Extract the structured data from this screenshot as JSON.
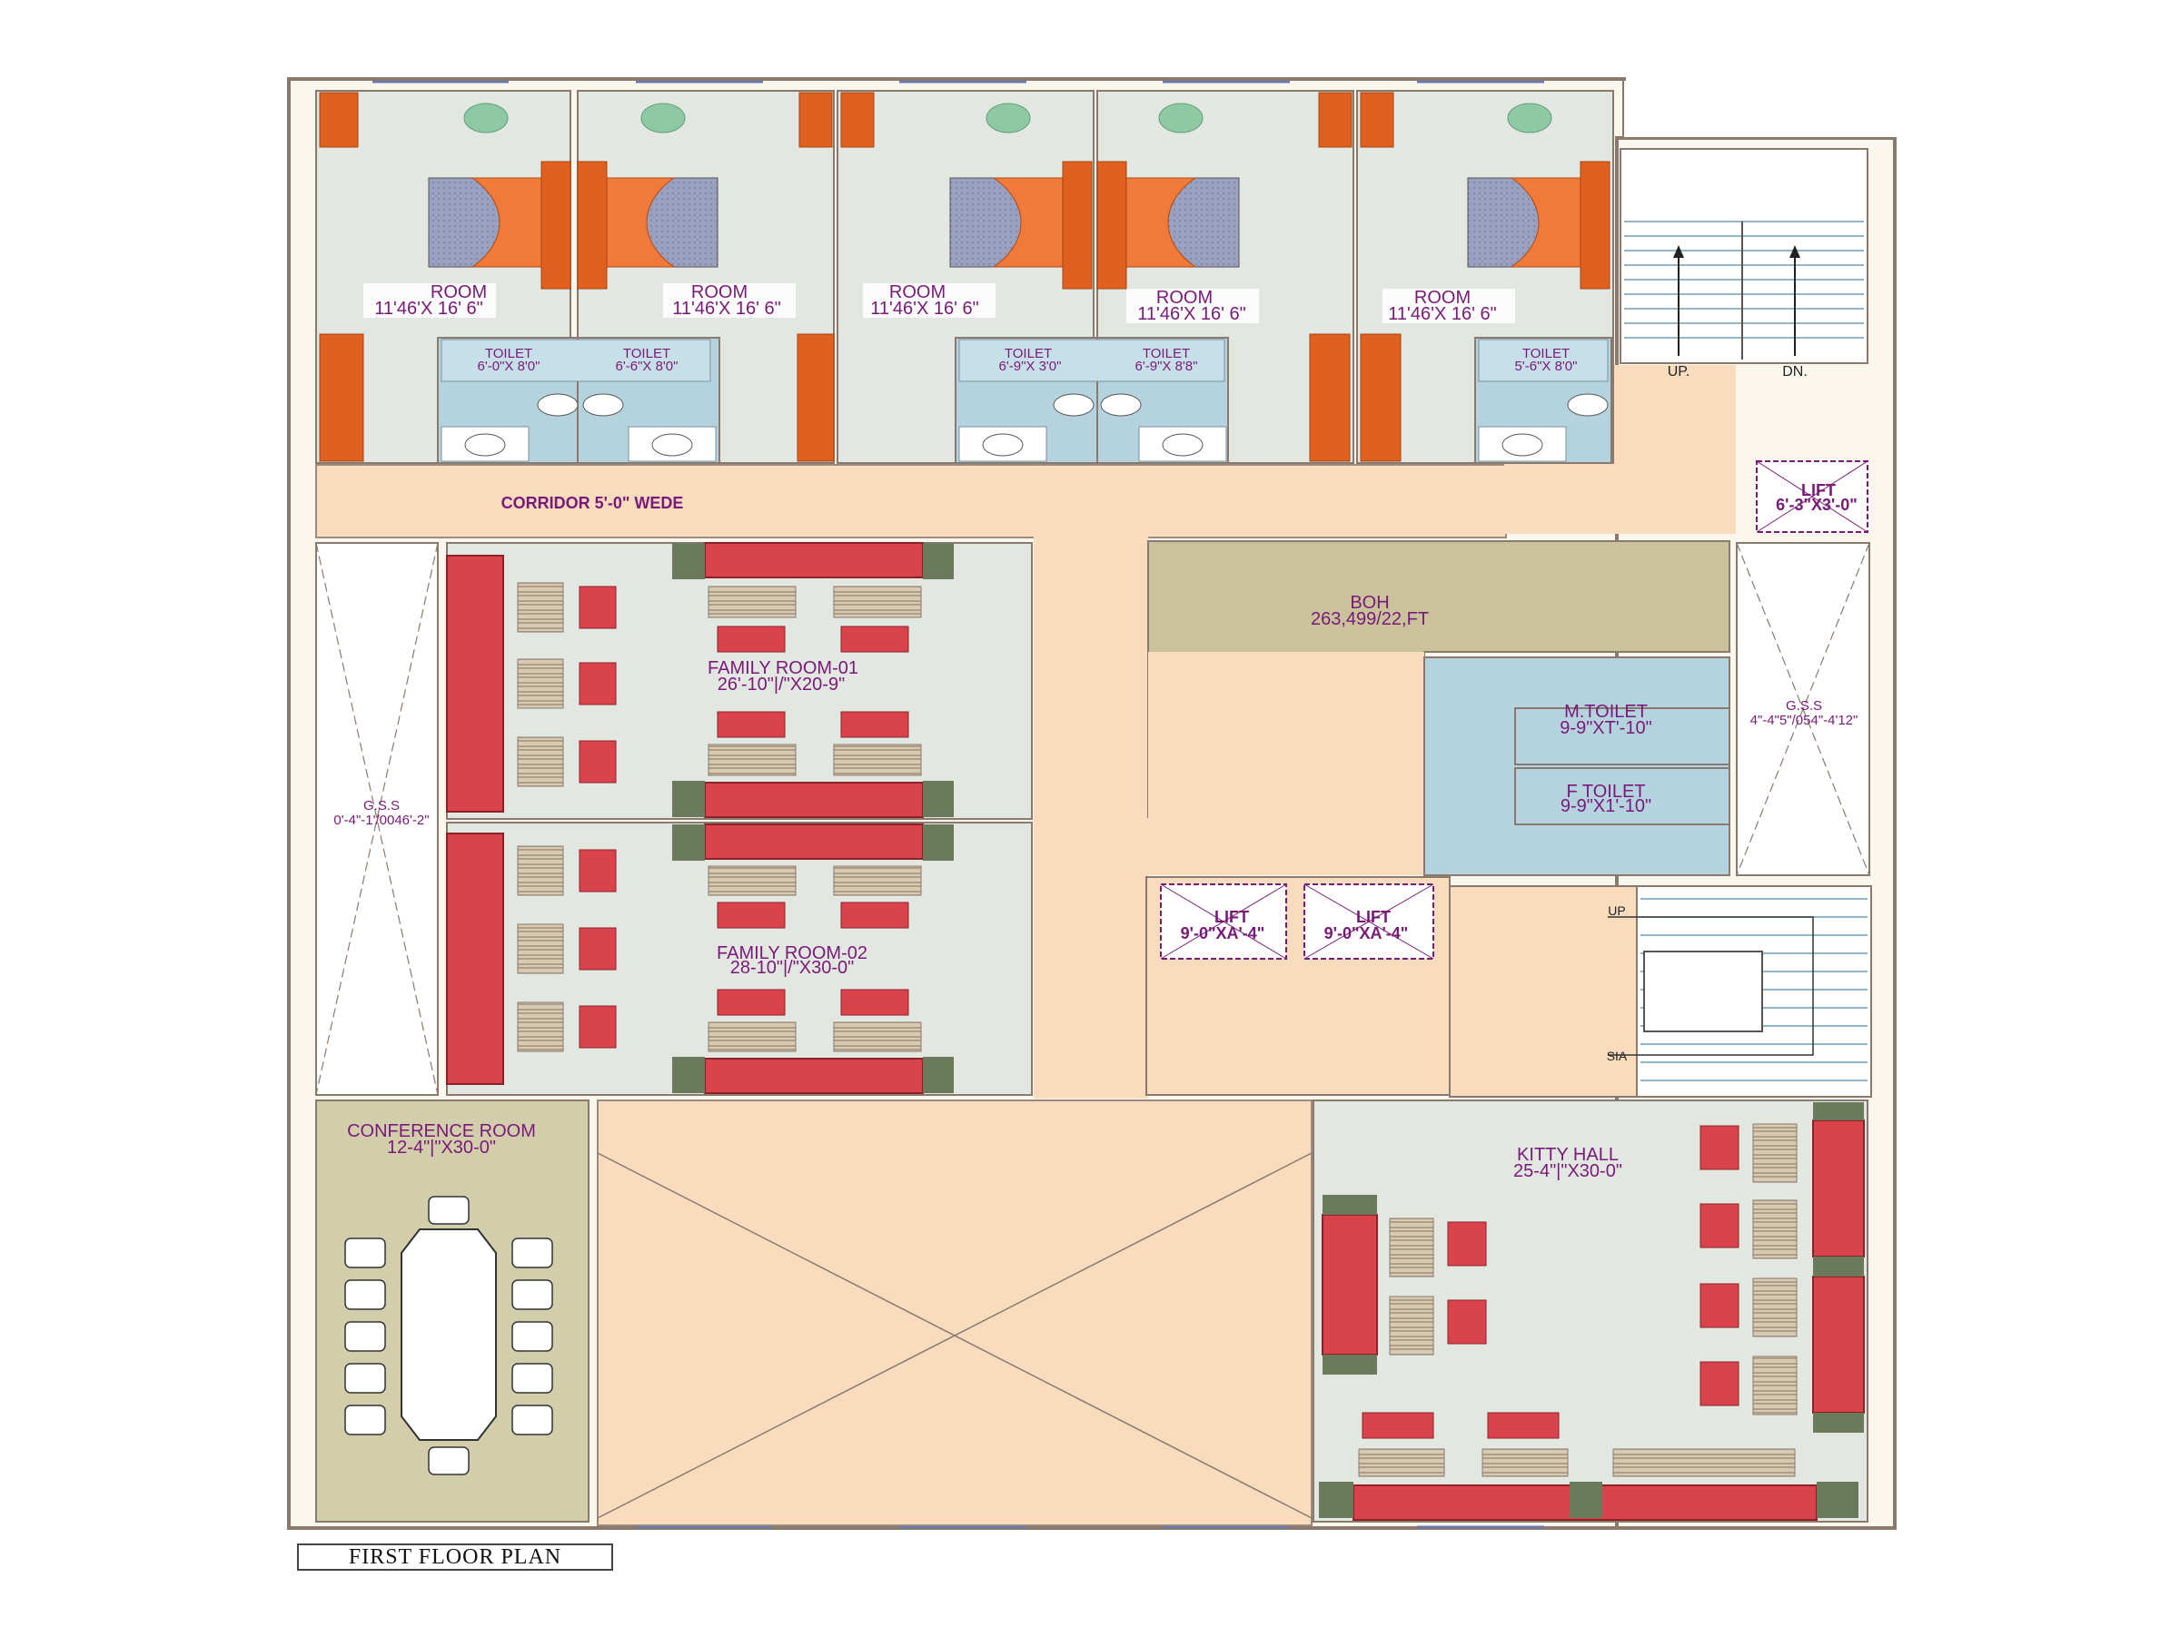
{
  "plan": {
    "title": "FIRST FLOOR PLAN",
    "rooms": [
      {
        "name": "ROOM",
        "size": "11'46'X 16' 6\""
      },
      {
        "name": "ROOM",
        "size": "11'46'X 16' 6\""
      },
      {
        "name": "ROOM",
        "size": "11'46'X 16' 6\""
      },
      {
        "name": "ROOM",
        "size": "11'46'X 16' 6\""
      },
      {
        "name": "ROOM",
        "size": "11'46'X 16' 6\""
      }
    ],
    "toilets": [
      {
        "name": "TOILET",
        "size": "6'-0\"X 8'0\""
      },
      {
        "name": "TOILET",
        "size": "6'-6\"X 8'0\""
      },
      {
        "name": "TOILET",
        "size": "6'-9\"X 3'0\""
      },
      {
        "name": "TOILET",
        "size": "6'-9\"X 8'8\""
      },
      {
        "name": "TOILET",
        "size": "5'-6\"X 8'0\""
      }
    ],
    "corridor": "CORRIDOR 5'-0\" WEDE",
    "stair_up": "UP.",
    "stair_down": "DN.",
    "lift_top": {
      "name": "LIFT",
      "size": "6'-3\"X3'-0\""
    },
    "lifts_mid": [
      {
        "name": "LIFT",
        "size": "9'-0\"XA'-4\""
      },
      {
        "name": "LIFT",
        "size": "9'-0\"XA'-4\""
      }
    ],
    "boh": {
      "name": "BOH",
      "size": "263,499/22,FT"
    },
    "m_toilet": {
      "name": "M.TOILET",
      "size": "9-9\"XT'-10\""
    },
    "f_toilet": {
      "name": "F TOILET",
      "size": "9-9\"X1'-10\""
    },
    "gas_left": {
      "name": "G.S.S",
      "size": "0'-4\"-1'/0046'-2\""
    },
    "gas_right": {
      "name": "G.S.S",
      "size": "4\"-4\"5\"/054\"-4'12\""
    },
    "family_room_1": {
      "name": "FAMILY ROOM-01",
      "size": "26'-10\"|/\"X20-9\""
    },
    "family_room_2": {
      "name": "FAMILY ROOM-02",
      "size": "28-10\"|/\"X30-0\""
    },
    "conference_room": {
      "name": "CONFERENCE ROOM",
      "size": "12-4\"|\"X30-0\""
    },
    "kitty_hall": {
      "name": "KITTY HALL",
      "size": "25-4\"|\"X30-0\""
    },
    "stair2_up": "UP",
    "stair2_down": "SIA"
  },
  "colors": {
    "floor_peach": "#f8dcbd",
    "room_grey": "#e3e7e2",
    "toilet_blue": "#b4d3df",
    "boh_khaki": "#c9c29a",
    "conference_khaki": "#d2ceac",
    "sofa_red": "#d9434b",
    "bed_orange": "#ef7a3a",
    "label_purple": "#7a1a78",
    "wall": "#8a7a6e"
  }
}
